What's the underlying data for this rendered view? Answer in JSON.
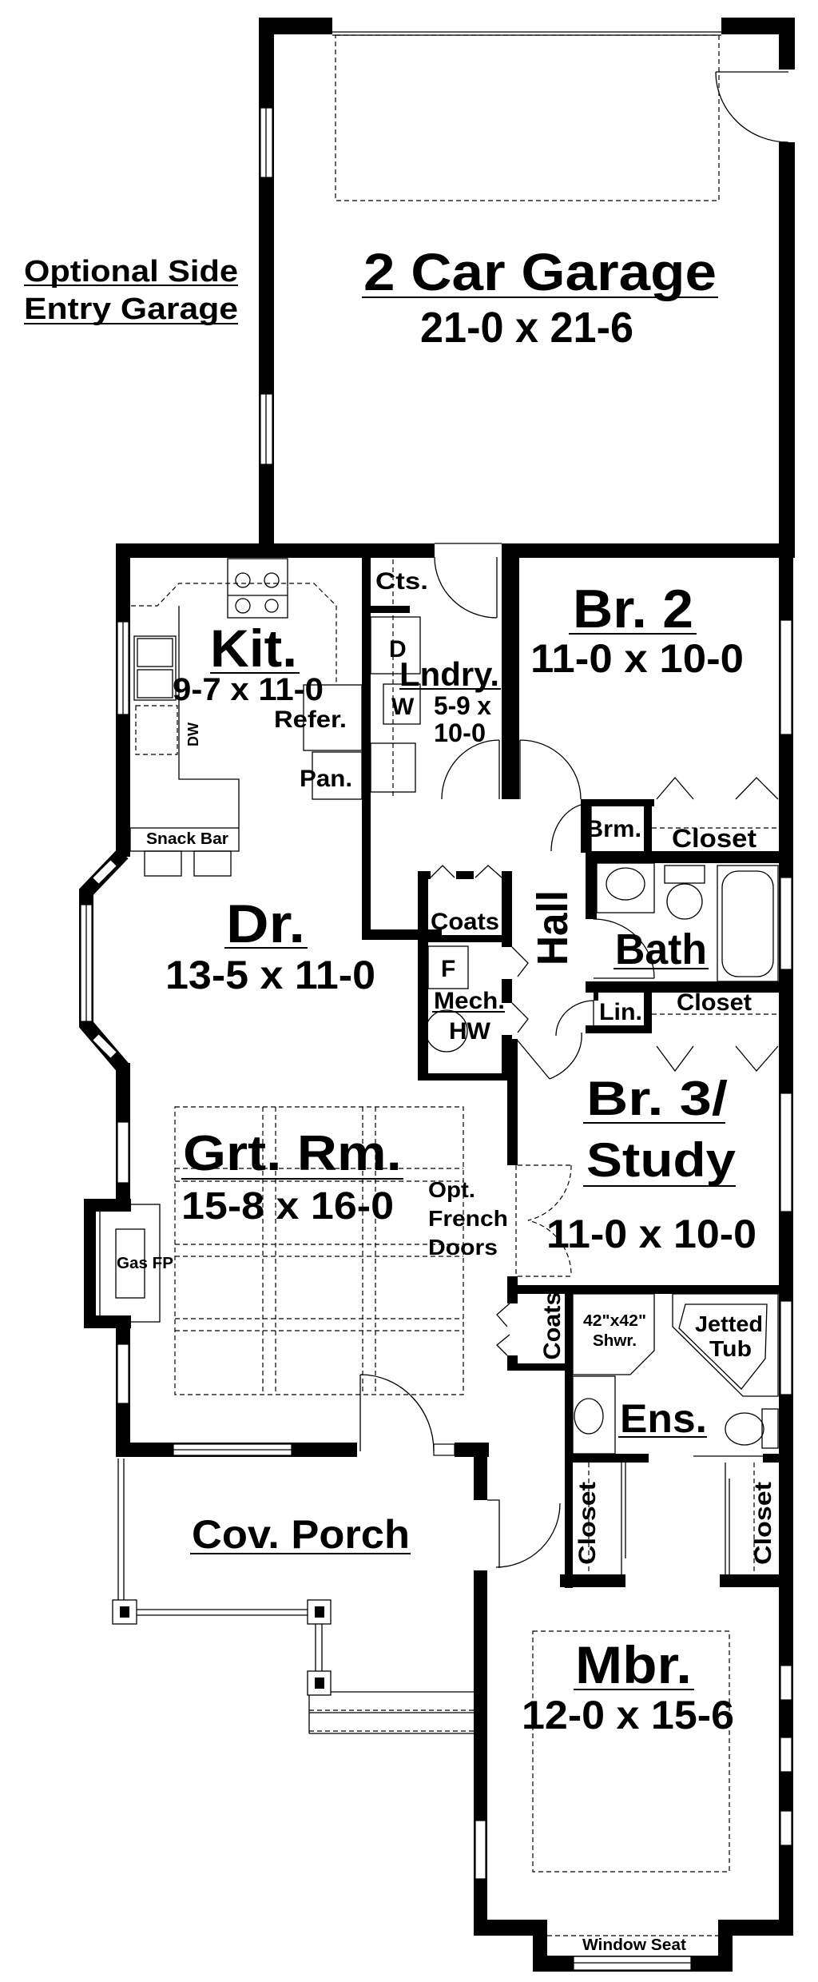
{
  "note": {
    "line1": "Optional Side",
    "line2": "Entry Garage"
  },
  "rooms": {
    "garage": {
      "name": "2 Car Garage",
      "dims": "21-0 x 21-6"
    },
    "kitchen": {
      "name": "Kit.",
      "dims": "9-7 x 11-0"
    },
    "laundry": {
      "name": "Lndry.",
      "dims1": "5-9 x",
      "dims2": "10-0"
    },
    "bedroom2": {
      "name": "Br. 2",
      "dims": "11-0 x 10-0"
    },
    "dining": {
      "name": "Dr.",
      "dims": "13-5 x 11-0"
    },
    "hall": {
      "name": "Hall"
    },
    "bath": {
      "name": "Bath"
    },
    "bedroom3": {
      "name1": "Br. 3/",
      "name2": "Study",
      "dims": "11-0 x 10-0"
    },
    "great_room": {
      "name": "Grt. Rm.",
      "dims": "15-8 x 16-0"
    },
    "ensuite": {
      "name": "Ens."
    },
    "porch": {
      "name": "Cov. Porch"
    },
    "master": {
      "name": "Mbr.",
      "dims": "12-0 x 15-6"
    }
  },
  "fixtures": {
    "refer": "Refer.",
    "pantry": "Pan.",
    "dw": "DW",
    "cts": "Cts.",
    "dryer": "D",
    "washer": "W",
    "snack_bar": "Snack Bar",
    "brm": "Brm.",
    "closet": "Closet",
    "linen": "Lin.",
    "coats": "Coats",
    "furnace": "F",
    "mech": "Mech.",
    "hw": "HW",
    "french1": "Opt.",
    "french2": "French",
    "french3": "Doors",
    "gas_fp": "Gas FP",
    "shower1": "42\"x42\"",
    "shower2": "Shwr.",
    "tub1": "Jetted",
    "tub2": "Tub",
    "window_seat": "Window Seat"
  }
}
